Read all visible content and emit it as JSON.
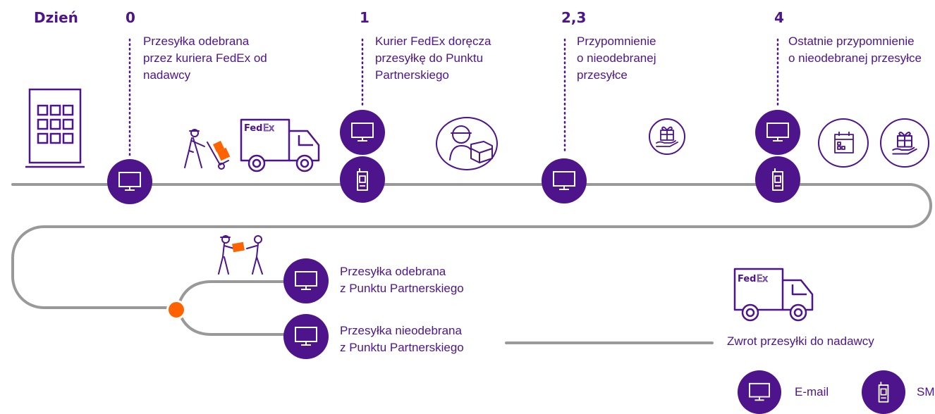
{
  "header": {
    "day_word": "Dzień"
  },
  "days": [
    {
      "label": "0",
      "lines": [
        "Przesyłka odebrana",
        "przez kuriera FedEx od",
        "nadawcy"
      ]
    },
    {
      "label": "1",
      "lines": [
        "Kurier FedEx doręcza",
        "przesyłkę do Punktu",
        "Partnerskiego"
      ]
    },
    {
      "label": "2,3",
      "lines": [
        "Przypomnienie",
        "o nieodebranej",
        "przesyłce"
      ]
    },
    {
      "label": "4",
      "lines": [
        "Ostatnie przypomnienie",
        "o nieodebranej przesyłce"
      ]
    }
  ],
  "branches": {
    "picked_up": [
      "Przesyłka odebrana",
      "z Punktu Partnerskiego"
    ],
    "not_picked_up": [
      "Przesyłka nieodebrana",
      "z Punktu Partnerskiego"
    ],
    "return": "Zwrot przesyłki do nadawcy"
  },
  "truck_logo": {
    "fed": "Fed",
    "ex": "Ex"
  },
  "legend": {
    "email": "E-mail",
    "sms": "SMS"
  },
  "colors": {
    "purple": "#4d148c",
    "orange": "#ff6200",
    "line_gray": "#999999"
  }
}
